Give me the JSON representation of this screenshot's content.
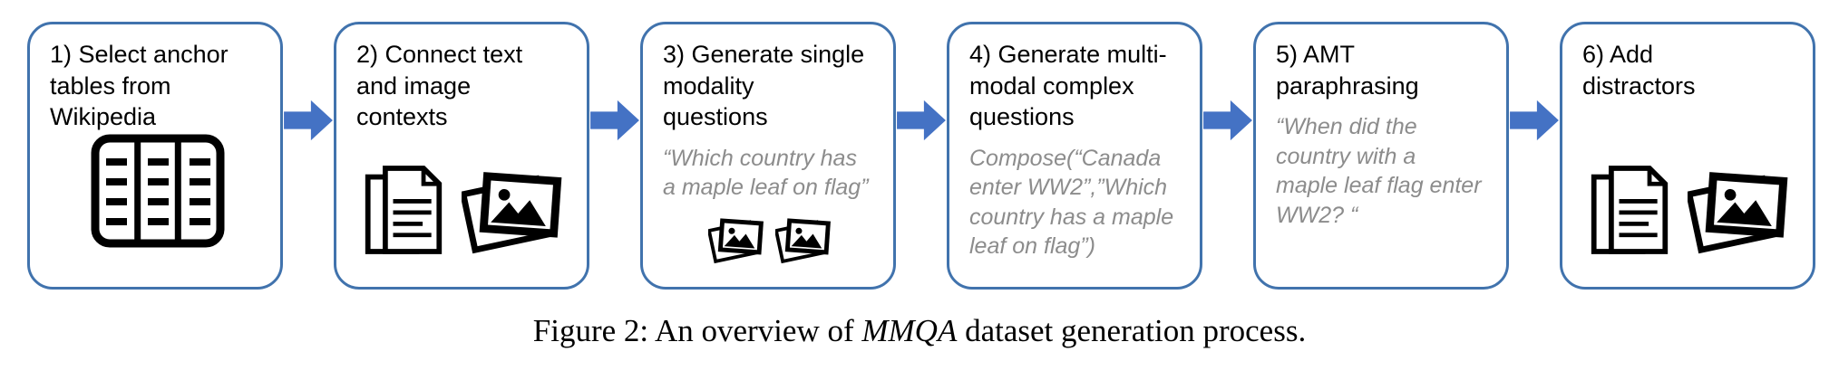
{
  "colors": {
    "arrow": "#4472C4",
    "box_border": "#4173AD",
    "quote_text": "#8C8C8C"
  },
  "steps": [
    {
      "title": "1) Select anchor\ntables from\nWikipedia",
      "quote": "",
      "icons": [
        "table-icon"
      ]
    },
    {
      "title": "2) Connect text\nand image\ncontexts",
      "quote": "",
      "icons": [
        "documents-icon",
        "photos-icon"
      ]
    },
    {
      "title": "3) Generate single\nmodality\nquestions",
      "quote": "“Which country has\na maple leaf on flag”",
      "icons": [
        "photos-icon",
        "photos-icon"
      ]
    },
    {
      "title": "4) Generate multi-\nmodal complex\nquestions",
      "quote": "Compose(“Canada\nenter WW2”,”Which\ncountry has a maple\nleaf on flag”)",
      "icons": []
    },
    {
      "title": "5) AMT\nparaphrasing",
      "quote": "“When did the\ncountry with a\nmaple leaf flag enter\nWW2? “",
      "icons": []
    },
    {
      "title": "6) Add\ndistractors",
      "quote": "",
      "icons": [
        "documents-icon",
        "photos-icon"
      ]
    }
  ],
  "caption": {
    "prefix": "Figure 2:",
    "mid": "An overview of",
    "italic": "MMQA",
    "suffix": "dataset generation process."
  }
}
